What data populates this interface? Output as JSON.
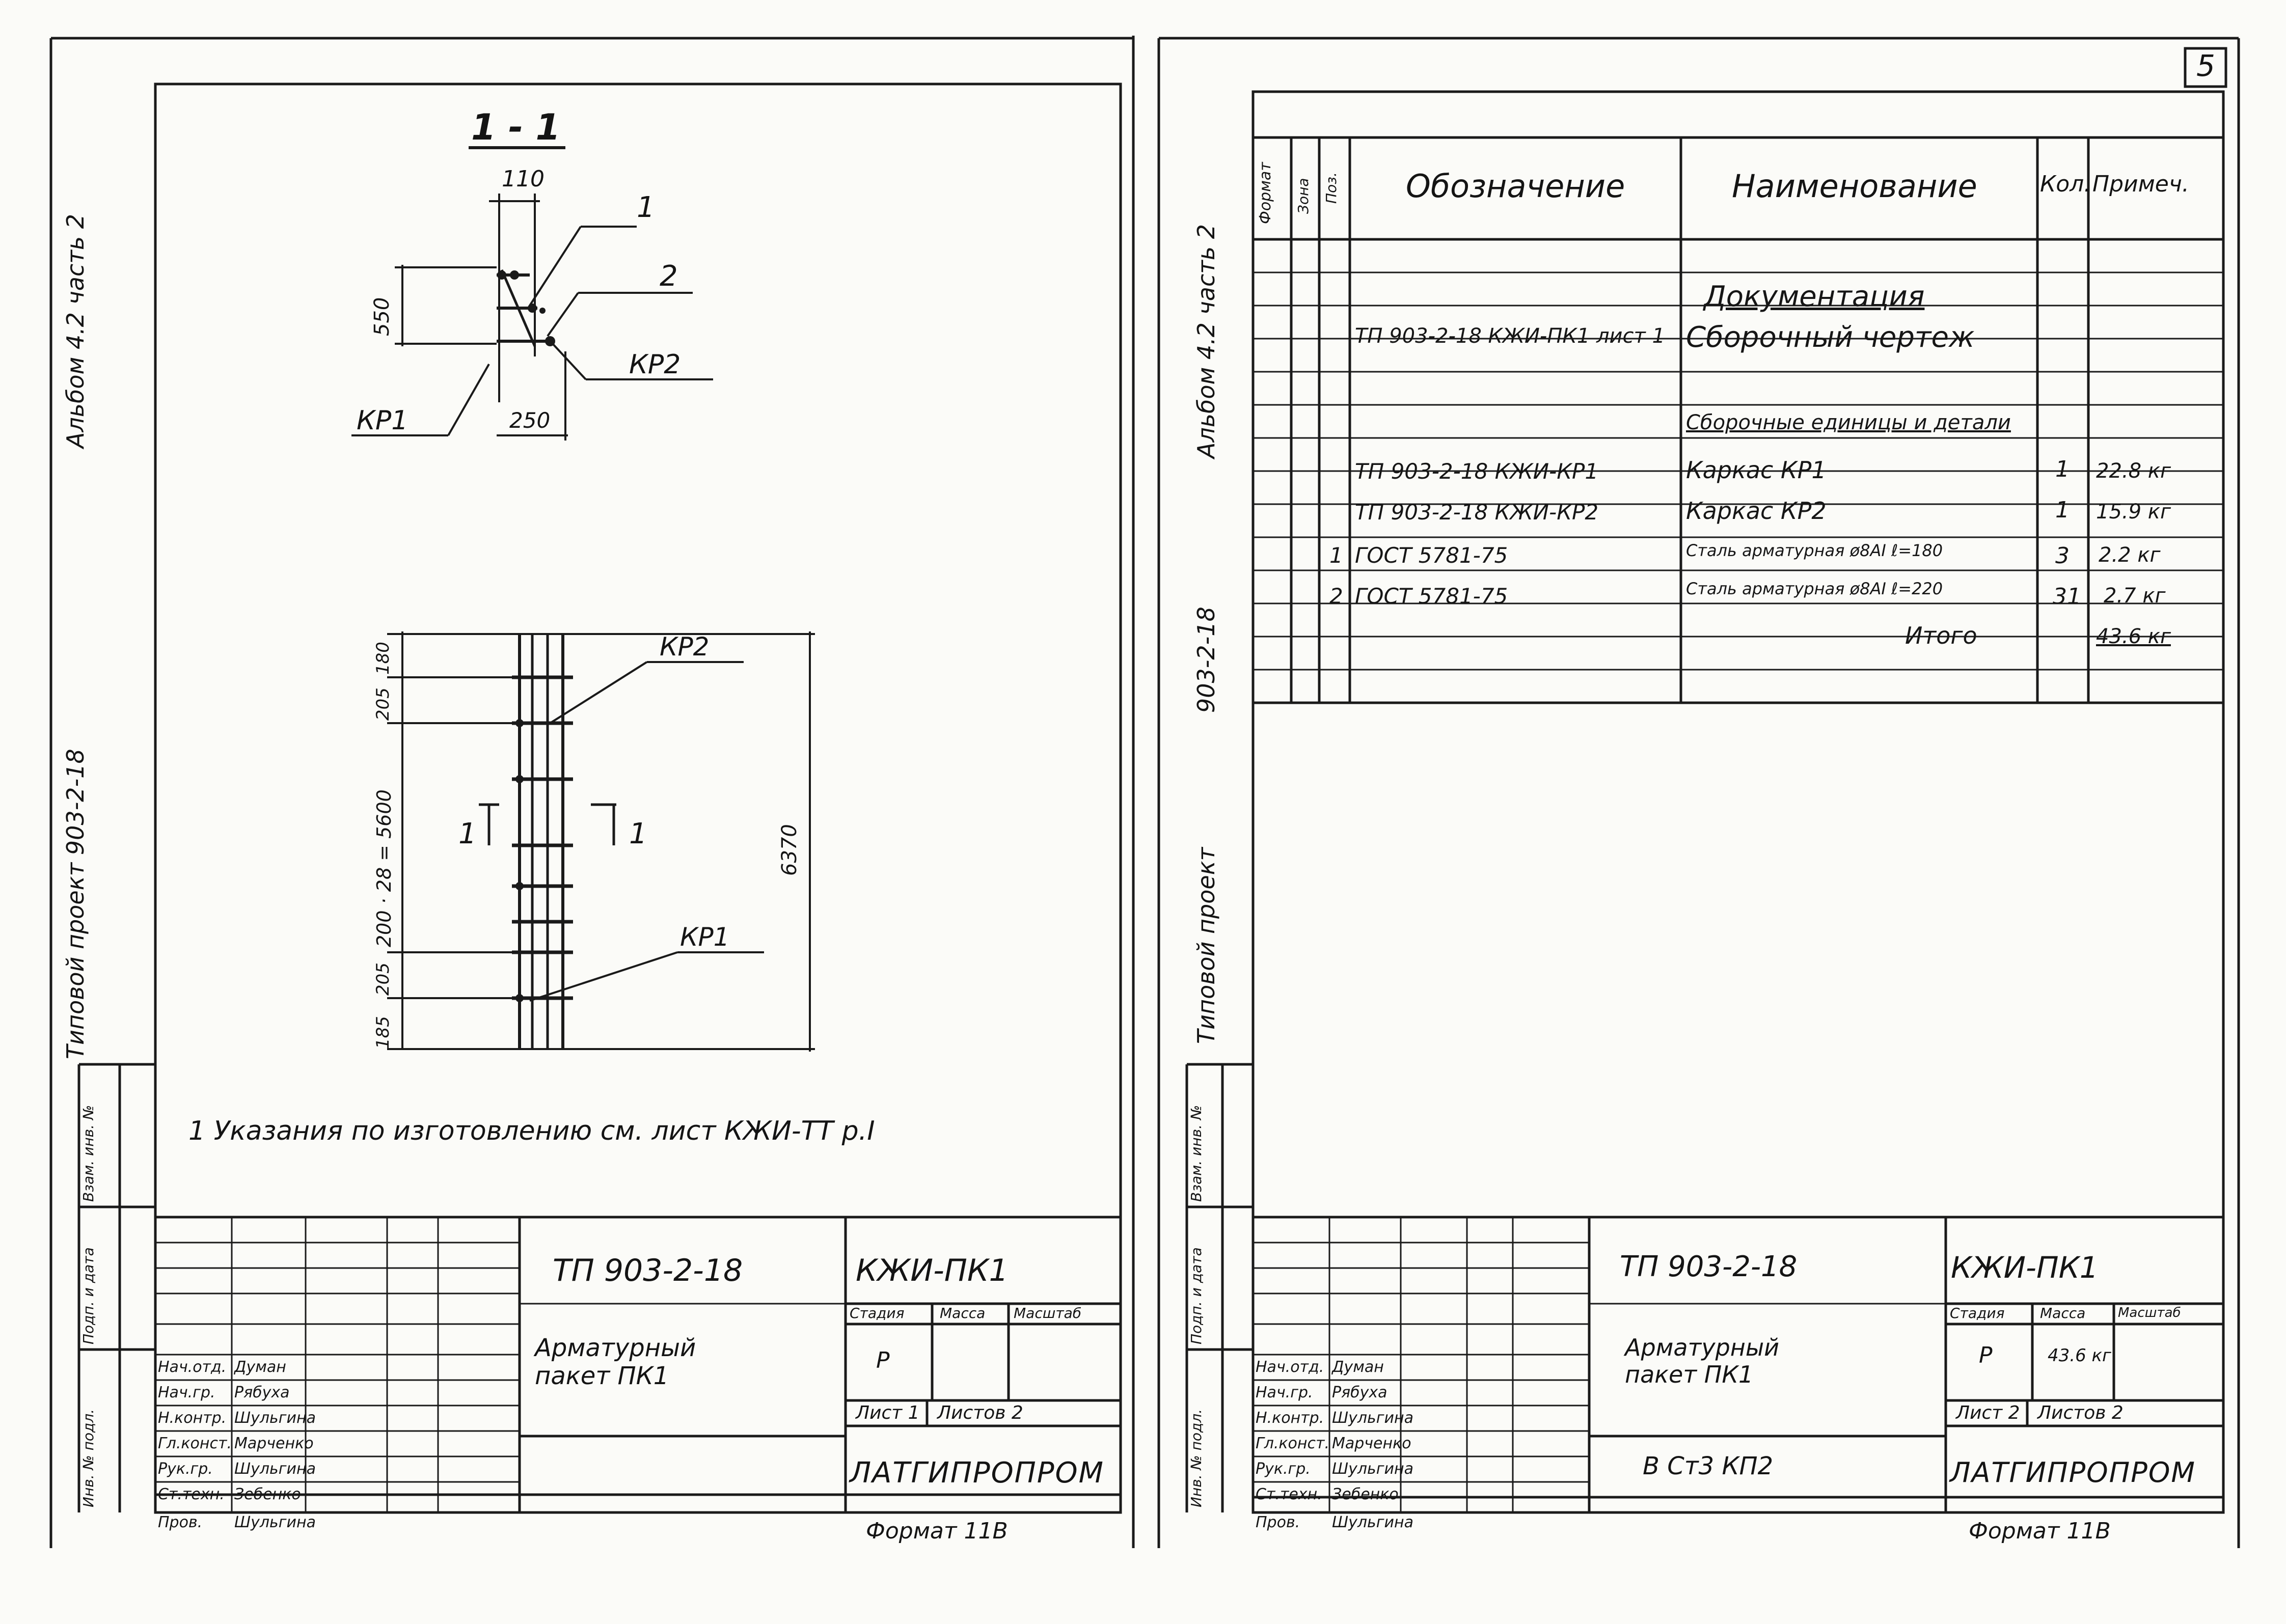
{
  "page_number": "5",
  "left_sheet": {
    "section_title": "1 - 1",
    "dim_110": "110",
    "dim_550": "550",
    "dim_250": "250",
    "callout_1": "1",
    "callout_2": "2",
    "label_kr2": "КР2",
    "label_kr1": "КР1",
    "elev_dims": [
      "185",
      "205",
      "200 · 28 = 5600",
      "205",
      "180"
    ],
    "elev_total": "6370",
    "elev_kr2": "КР2",
    "elev_kr1": "КР1",
    "cut_mark_left": "1",
    "cut_mark_right": "1",
    "note": "1 Указания по изготовлению см. лист КЖИ-ТТ р.I",
    "side_text": [
      "Альбом 4.2 часть 2",
      "Типовой проект 903-2-18"
    ],
    "stamp_margin": [
      "Взам. инв. №",
      "Подп. и дата",
      "Инв. № подл."
    ],
    "title_block": {
      "project_code": "ТП 903-2-18",
      "doc_code": "КЖИ-ПК1",
      "title": "Арматурный пакет ПК1",
      "stage_header": "Стадия",
      "mass_header": "Масса",
      "scale_header": "Масштаб",
      "stage_value": "Р",
      "sheet_label": "Лист 1",
      "sheets_label": "Листов 2",
      "org": "ЛАТГИПРОПРОМ",
      "format": "Формат 11В",
      "roles": [
        "Нач.отд.",
        "Нач.гр.",
        "Н.контр.",
        "Гл.конст.",
        "Рук.гр.",
        "Ст.техн.",
        "Пров."
      ],
      "names": [
        "Думан",
        "Рябуха",
        "Шульгина",
        "Марченко",
        "Шульгина",
        "Зебенко",
        "Шульгина"
      ]
    }
  },
  "right_sheet": {
    "side_text": [
      "Альбом 4.2 часть 2",
      "903-2-18",
      "Типовой проект"
    ],
    "headers": {
      "format": "Формат",
      "zone": "Зона",
      "pos": "Поз.",
      "designation": "Обозначение",
      "name": "Наименование",
      "qty": "Кол.",
      "note": "Примеч."
    },
    "rows": [
      {
        "pos": "",
        "designation": "",
        "name": "Документация",
        "qty": "",
        "note": "",
        "style": "section"
      },
      {
        "pos": "",
        "designation": "ТП 903-2-18 КЖИ-ПК1 лист 1",
        "name": "Сборочный чертеж",
        "qty": "",
        "note": ""
      },
      {
        "pos": "",
        "designation": "",
        "name": "Сборочные единицы и детали",
        "qty": "",
        "note": "",
        "style": "section"
      },
      {
        "pos": "",
        "designation": "ТП 903-2-18     КЖИ-КР1",
        "name": "Каркас          КР1",
        "qty": "1",
        "note": "22.8 кг"
      },
      {
        "pos": "",
        "designation": "ТП 903-2-18     КЖИ-КР2",
        "name": "Каркас          КР2",
        "qty": "1",
        "note": "15.9 кг"
      },
      {
        "pos": "1",
        "designation": "ГОСТ 5781-75",
        "name": "Сталь арматурная ø8АI  ℓ=180",
        "qty": "3",
        "note": "2.2 кг"
      },
      {
        "pos": "2",
        "designation": "ГОСТ 5781-75",
        "name": "Сталь арматурная ø8АI  ℓ=220",
        "qty": "31",
        "note": "2.7 кг"
      },
      {
        "pos": "",
        "designation": "",
        "name": "Итого",
        "qty": "",
        "note": "43.6 кг"
      }
    ],
    "stamp_margin": [
      "Взам. инв. №",
      "Подп. и дата",
      "Инв. № подл."
    ],
    "title_block": {
      "project_code": "ТП 903-2-18",
      "doc_code": "КЖИ-ПК1",
      "title": "Арматурный пакет ПК1",
      "extra": "В Ст3 КП2",
      "stage_header": "Стадия",
      "mass_header": "Масса",
      "scale_header": "Масштаб",
      "stage_value": "Р",
      "mass_value": "43.6 кг",
      "sheet_label": "Лист 2",
      "sheets_label": "Листов 2",
      "org": "ЛАТГИПРОПРОМ",
      "format": "Формат 11В",
      "roles": [
        "Нач.отд.",
        "Нач.гр.",
        "Н.контр.",
        "Гл.конст.",
        "Рук.гр.",
        "Ст.техн.",
        "Пров."
      ],
      "names": [
        "Думан",
        "Рябуха",
        "Шульгина",
        "Марченко",
        "Шульгина",
        "Зебенко",
        "Шульгина"
      ]
    }
  }
}
